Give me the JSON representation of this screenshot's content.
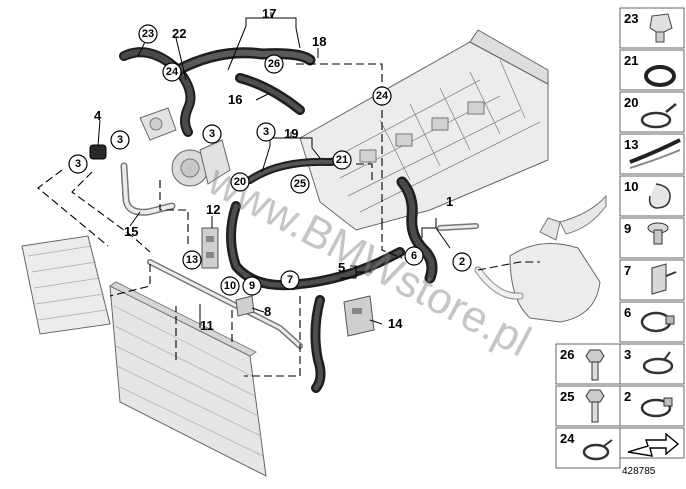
{
  "diagram_id": "428785",
  "watermark": "www.BMWstore.pl",
  "callouts": {
    "c23": "23",
    "c22": "22",
    "c17": "17",
    "c18": "18",
    "c24a": "24",
    "c26": "26",
    "c24b": "24",
    "c16": "16",
    "c4": "4",
    "c3a": "3",
    "c3b": "3",
    "c3c": "3",
    "c3d": "3",
    "c19": "19",
    "c21": "21",
    "c20": "20",
    "c25": "25",
    "c15": "15",
    "c12": "12",
    "c13": "13",
    "c1": "1",
    "c6": "6",
    "c2": "2",
    "c5": "5",
    "c7": "7",
    "c10": "10",
    "c9": "9",
    "c8": "8",
    "c11": "11",
    "c14": "14"
  },
  "legend": [
    {
      "label": "23",
      "icon": "bracket-clip-icon"
    },
    {
      "label": "21",
      "icon": "o-ring-seal-icon"
    },
    {
      "label": "20",
      "icon": "spring-hose-clamp-icon"
    },
    {
      "label": "13",
      "icon": "hose-strap-icon"
    },
    {
      "label": "10",
      "icon": "hose-clip-icon"
    },
    {
      "label": "9",
      "icon": "expanding-rivet-icon"
    },
    {
      "label": "7",
      "icon": "holder-clip-icon"
    },
    {
      "label": "6",
      "icon": "hose-clamp-icon"
    },
    {
      "label": "26",
      "icon": "hex-bolt-washer-icon"
    },
    {
      "label": "3",
      "icon": "spring-band-clamp-icon"
    },
    {
      "label": "25",
      "icon": "hex-bolt-icon"
    },
    {
      "label": "2",
      "icon": "hose-clamp-icon"
    },
    {
      "label": "24",
      "icon": "clamp-icon"
    },
    {
      "label": "",
      "icon": "direction-arrow-icon"
    }
  ]
}
